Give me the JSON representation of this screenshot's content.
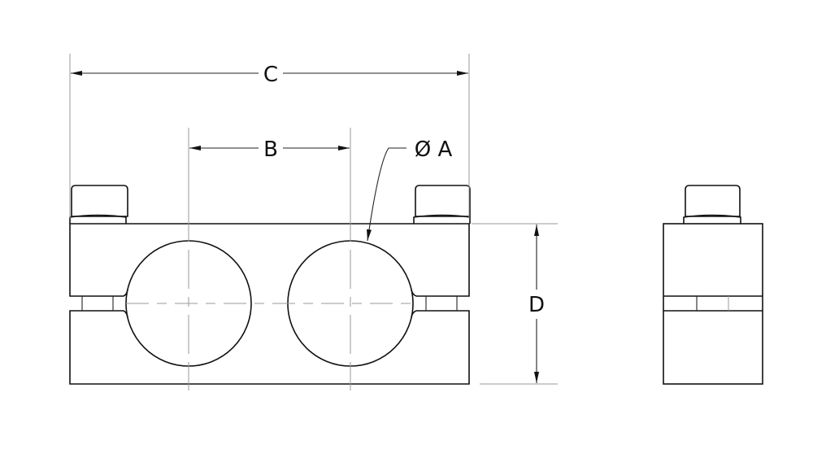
{
  "dimensions": {
    "c_label": "C",
    "b_label": "B",
    "a_label": "Ø A",
    "d_label": "D"
  },
  "colors": {
    "line": "#111111",
    "centerline": "#999999",
    "background": "#ffffff"
  }
}
